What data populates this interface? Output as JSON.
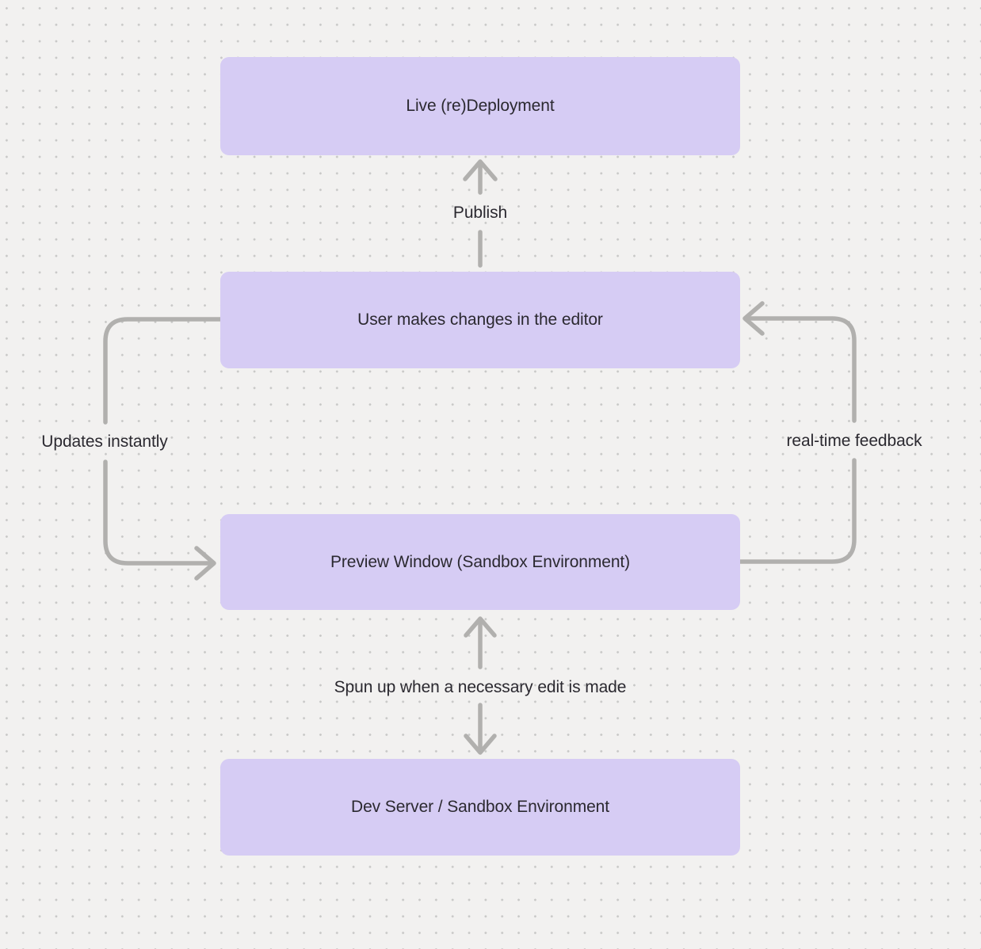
{
  "diagram": {
    "type": "flowchart",
    "colors": {
      "background": "#f2f1f0",
      "grid_dot": "#c8c8c7",
      "node_fill": "#d6ccf4",
      "node_text": "#2b2930",
      "arrow": "#b1b0ae",
      "edge_label_text": "#2b2930"
    },
    "nodes": [
      {
        "id": "live-redeployment",
        "label": "Live (re)Deployment"
      },
      {
        "id": "user-editor",
        "label": "User makes changes in the editor"
      },
      {
        "id": "preview-window",
        "label": "Preview Window (Sandbox Environment)"
      },
      {
        "id": "dev-server",
        "label": "Dev Server / Sandbox Environment"
      }
    ],
    "edges": [
      {
        "id": "publish",
        "label": "Publish",
        "from": "user-editor",
        "to": "live-redeployment",
        "direction": "up"
      },
      {
        "id": "updates-instantly",
        "label": "Updates instantly",
        "from": "user-editor",
        "to": "preview-window",
        "direction": "down-left-side"
      },
      {
        "id": "realtime-feedback",
        "label": "real-time feedback",
        "from": "preview-window",
        "to": "user-editor",
        "direction": "up-right-side"
      },
      {
        "id": "spun-up",
        "label": "Spun up when a necessary edit is made",
        "from": "preview-window",
        "to": "dev-server",
        "direction": "bidirectional"
      }
    ]
  }
}
